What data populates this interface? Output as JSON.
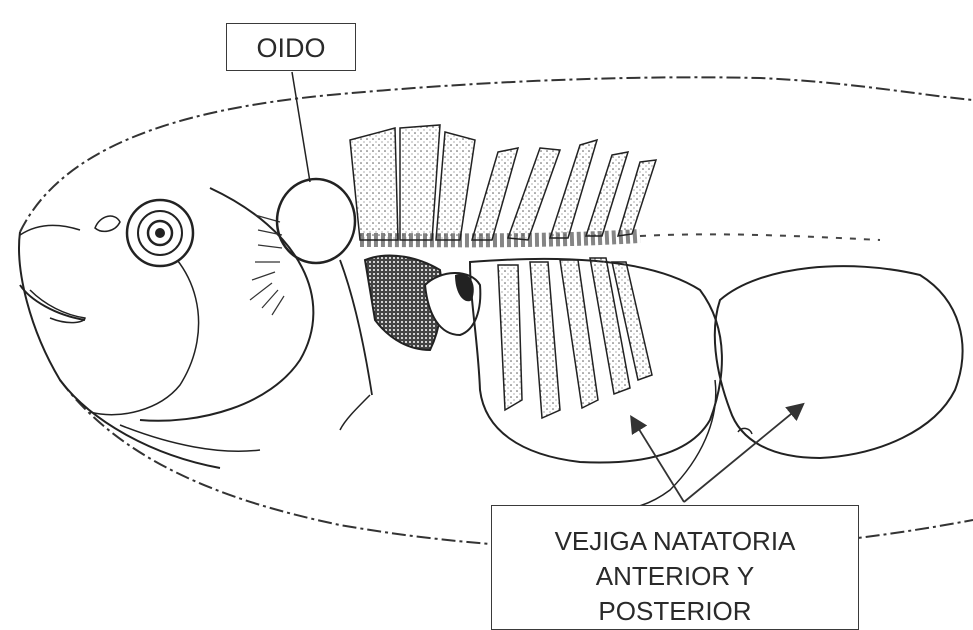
{
  "labels": {
    "ear": "OIDO",
    "swim_bladder_line1": "VEJIGA NATATORIA",
    "swim_bladder_line2": "ANTERIOR Y",
    "swim_bladder_line3": "POSTERIOR"
  },
  "colors": {
    "ink": "#2a2a2a",
    "background": "#ffffff",
    "dark_tissue": "#333333"
  }
}
